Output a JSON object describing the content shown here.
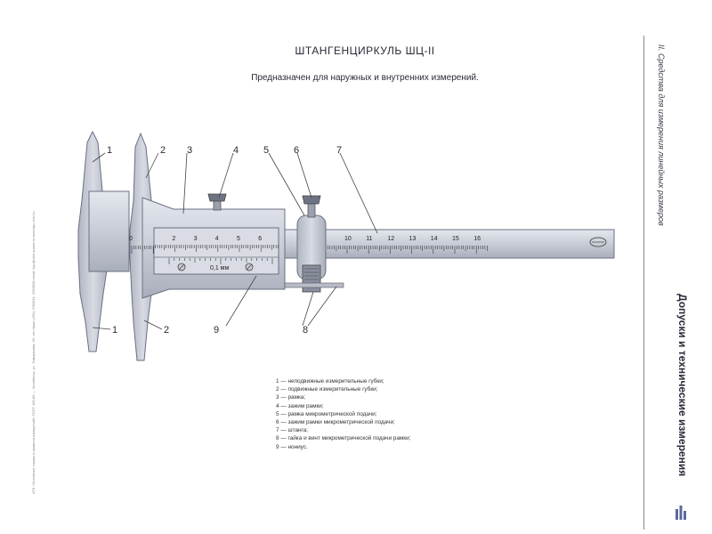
{
  "title": "ШТАНГЕНЦИРКУЛЬ ШЦ-II",
  "subtitle": "Предназначен для наружных и внутренних измерений.",
  "side_left_text": "АТЛ «Основные нормы и правила измерений» ГОСТ 166-89 — Челябинск, ул. Тимирязева, 36, тел./факс (351) 2790611, 2655836 email: bpc@chel.surnet.ru www.bpc.chel.ru",
  "side_right_top": "II. Средства для измерения линейных размеров",
  "side_right_bottom": "Допуски и технические измерения",
  "callouts": {
    "c1_top": "1",
    "c2_top": "2",
    "c3": "3",
    "c4": "4",
    "c5": "5",
    "c6": "6",
    "c7": "7",
    "c1_bottom": "1",
    "c2_bottom": "2",
    "c9": "9",
    "c8": "8"
  },
  "main_scale_numbers": [
    "0",
    "2",
    "3",
    "4",
    "5",
    "6",
    "10",
    "11",
    "12",
    "13",
    "14",
    "15",
    "16"
  ],
  "vernier_label": "0,1 мм",
  "legend": [
    "1 — неподвижные измерительные губки;",
    "2 — подвижные измерительные губки;",
    "3 — рамка;",
    "4 — зажим рамки;",
    "5 — рамка микрометрической подачи;",
    "6 — зажим рамки микрометрической подачи;",
    "7 — штанга;",
    "8 — гайка и винт микрометрической подачи рамки;",
    "9 — нониус."
  ],
  "colors": {
    "metal": "#c8ccd6",
    "metal_dark": "#9aa0ae",
    "outline": "#6b7080",
    "text": "#2a2a3a"
  }
}
